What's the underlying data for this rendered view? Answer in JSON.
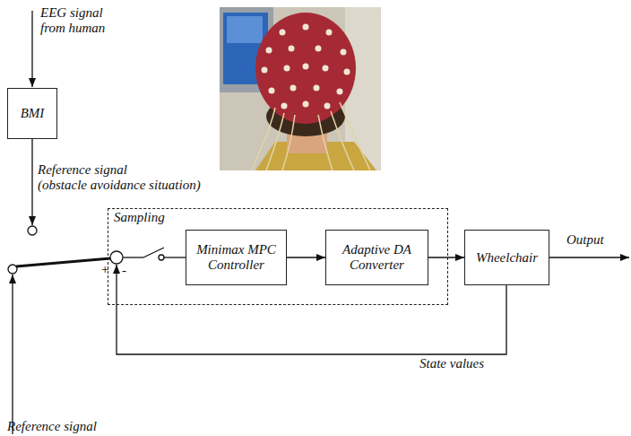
{
  "diagram": {
    "nodes": [
      {
        "text": [
          "BMI"
        ]
      },
      {
        "text": [
          "Sampling"
        ]
      },
      {
        "text": [
          "Minimax MPC Controller"
        ],
        "in": 1
      },
      {
        "text": [
          "Adaptive DA Converter"
        ],
        "in": 1
      },
      {
        "text": [
          "Wheelchair"
        ]
      }
    ],
    "edges": [
      {
        "from": 2,
        "to": 3,
        "arrow": "to"
      },
      {
        "from": 3,
        "to": 4,
        "arrow": "to"
      }
    ],
    "labels": [
      "EEG signal from human",
      "Reference signal",
      "(obstacle avoidance situation)",
      "+",
      "-",
      "Output",
      "State values",
      "Reference signal"
    ]
  }
}
